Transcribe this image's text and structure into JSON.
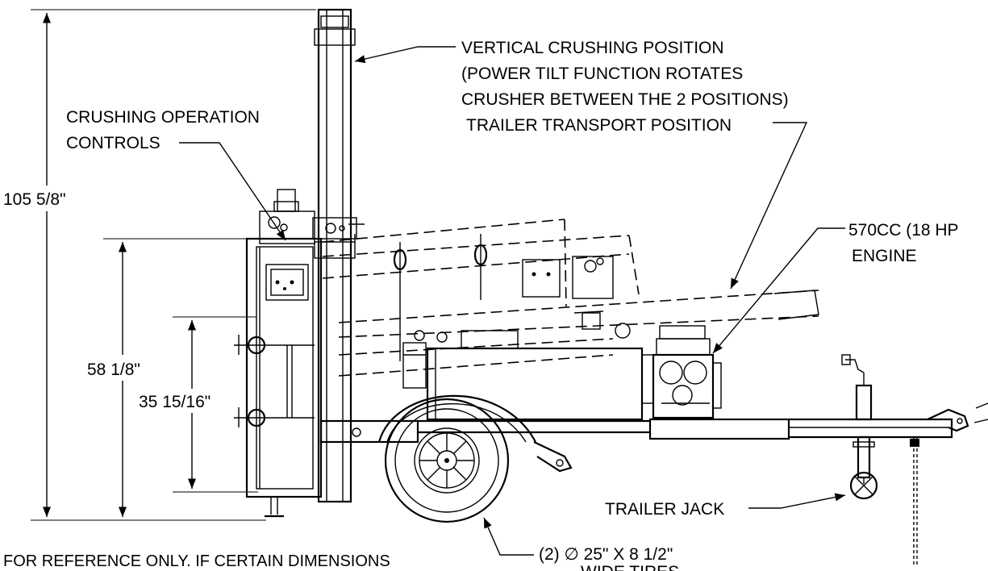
{
  "labels": {
    "vertical_position_1": "VERTICAL CRUSHING POSITION",
    "vertical_position_2": "(POWER TILT FUNCTION ROTATES",
    "vertical_position_3": "CRUSHER BETWEEN THE 2 POSITIONS)",
    "transport_position": "TRAILER TRANSPORT POSITION",
    "controls_1": "CRUSHING OPERATION",
    "controls_2": "CONTROLS",
    "engine_1": "570CC (18 HP",
    "engine_2": "ENGINE",
    "trailer_jack": "TRAILER JACK",
    "tires_1": "(2) ∅ 25\" X 8 1/2\"",
    "tires_2": "WIDE TIRES"
  },
  "dimensions": {
    "overall_height": "105 5/8\"",
    "mid_height": "58 1/8\"",
    "low_height": "35 15/16\""
  },
  "note": "FOR REFERENCE ONLY. IF CERTAIN DIMENSIONS"
}
